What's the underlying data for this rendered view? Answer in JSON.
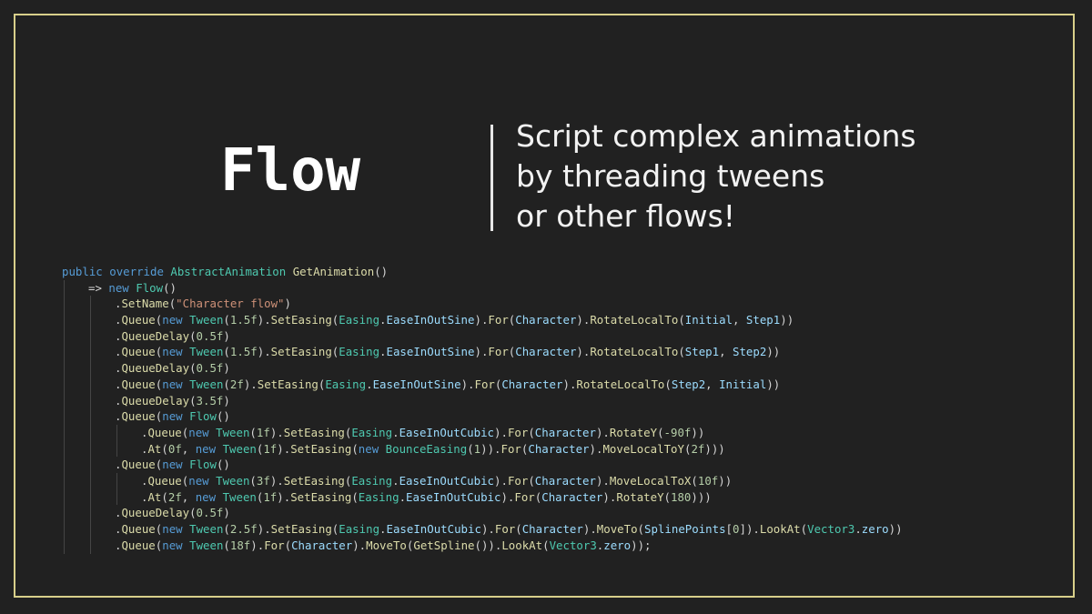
{
  "title": "Flow",
  "tagline": {
    "line1": "Script complex animations",
    "line2": "by threading tweens",
    "line3": "or other flows!"
  },
  "code_lines": [
    {
      "indent": 0,
      "tokens": [
        [
          "kw",
          "public"
        ],
        [
          "pl",
          " "
        ],
        [
          "kw",
          "override"
        ],
        [
          "pl",
          " "
        ],
        [
          "ty",
          "AbstractAnimation"
        ],
        [
          "pl",
          " "
        ],
        [
          "fn",
          "GetAnimation"
        ],
        [
          "pl",
          "()"
        ]
      ]
    },
    {
      "indent": 1,
      "tokens": [
        [
          "pl",
          "=> "
        ],
        [
          "kw",
          "new"
        ],
        [
          "pl",
          " "
        ],
        [
          "ty",
          "Flow"
        ],
        [
          "pl",
          "()"
        ]
      ]
    },
    {
      "indent": 2,
      "tokens": [
        [
          "pl",
          "."
        ],
        [
          "fn",
          "SetName"
        ],
        [
          "pl",
          "("
        ],
        [
          "st",
          "\"Character flow\""
        ],
        [
          "pl",
          ")"
        ]
      ]
    },
    {
      "indent": 2,
      "tokens": [
        [
          "pl",
          "."
        ],
        [
          "fn",
          "Queue"
        ],
        [
          "pl",
          "("
        ],
        [
          "kw",
          "new"
        ],
        [
          "pl",
          " "
        ],
        [
          "ty",
          "Tween"
        ],
        [
          "pl",
          "("
        ],
        [
          "nm",
          "1.5f"
        ],
        [
          "pl",
          ")."
        ],
        [
          "fn",
          "SetEasing"
        ],
        [
          "pl",
          "("
        ],
        [
          "ty",
          "Easing"
        ],
        [
          "pl",
          "."
        ],
        [
          "id",
          "EaseInOutSine"
        ],
        [
          "pl",
          ")."
        ],
        [
          "fn",
          "For"
        ],
        [
          "pl",
          "("
        ],
        [
          "id",
          "Character"
        ],
        [
          "pl",
          ")."
        ],
        [
          "fn",
          "RotateLocalTo"
        ],
        [
          "pl",
          "("
        ],
        [
          "id",
          "Initial"
        ],
        [
          "pl",
          ", "
        ],
        [
          "id",
          "Step1"
        ],
        [
          "pl",
          "))"
        ]
      ]
    },
    {
      "indent": 2,
      "tokens": [
        [
          "pl",
          "."
        ],
        [
          "fn",
          "QueueDelay"
        ],
        [
          "pl",
          "("
        ],
        [
          "nm",
          "0.5f"
        ],
        [
          "pl",
          ")"
        ]
      ]
    },
    {
      "indent": 2,
      "tokens": [
        [
          "pl",
          "."
        ],
        [
          "fn",
          "Queue"
        ],
        [
          "pl",
          "("
        ],
        [
          "kw",
          "new"
        ],
        [
          "pl",
          " "
        ],
        [
          "ty",
          "Tween"
        ],
        [
          "pl",
          "("
        ],
        [
          "nm",
          "1.5f"
        ],
        [
          "pl",
          ")."
        ],
        [
          "fn",
          "SetEasing"
        ],
        [
          "pl",
          "("
        ],
        [
          "ty",
          "Easing"
        ],
        [
          "pl",
          "."
        ],
        [
          "id",
          "EaseInOutSine"
        ],
        [
          "pl",
          ")."
        ],
        [
          "fn",
          "For"
        ],
        [
          "pl",
          "("
        ],
        [
          "id",
          "Character"
        ],
        [
          "pl",
          ")."
        ],
        [
          "fn",
          "RotateLocalTo"
        ],
        [
          "pl",
          "("
        ],
        [
          "id",
          "Step1"
        ],
        [
          "pl",
          ", "
        ],
        [
          "id",
          "Step2"
        ],
        [
          "pl",
          "))"
        ]
      ]
    },
    {
      "indent": 2,
      "tokens": [
        [
          "pl",
          "."
        ],
        [
          "fn",
          "QueueDelay"
        ],
        [
          "pl",
          "("
        ],
        [
          "nm",
          "0.5f"
        ],
        [
          "pl",
          ")"
        ]
      ]
    },
    {
      "indent": 2,
      "tokens": [
        [
          "pl",
          "."
        ],
        [
          "fn",
          "Queue"
        ],
        [
          "pl",
          "("
        ],
        [
          "kw",
          "new"
        ],
        [
          "pl",
          " "
        ],
        [
          "ty",
          "Tween"
        ],
        [
          "pl",
          "("
        ],
        [
          "nm",
          "2f"
        ],
        [
          "pl",
          ")."
        ],
        [
          "fn",
          "SetEasing"
        ],
        [
          "pl",
          "("
        ],
        [
          "ty",
          "Easing"
        ],
        [
          "pl",
          "."
        ],
        [
          "id",
          "EaseInOutSine"
        ],
        [
          "pl",
          ")."
        ],
        [
          "fn",
          "For"
        ],
        [
          "pl",
          "("
        ],
        [
          "id",
          "Character"
        ],
        [
          "pl",
          ")."
        ],
        [
          "fn",
          "RotateLocalTo"
        ],
        [
          "pl",
          "("
        ],
        [
          "id",
          "Step2"
        ],
        [
          "pl",
          ", "
        ],
        [
          "id",
          "Initial"
        ],
        [
          "pl",
          "))"
        ]
      ]
    },
    {
      "indent": 2,
      "tokens": [
        [
          "pl",
          "."
        ],
        [
          "fn",
          "QueueDelay"
        ],
        [
          "pl",
          "("
        ],
        [
          "nm",
          "3.5f"
        ],
        [
          "pl",
          ")"
        ]
      ]
    },
    {
      "indent": 2,
      "tokens": [
        [
          "pl",
          "."
        ],
        [
          "fn",
          "Queue"
        ],
        [
          "pl",
          "("
        ],
        [
          "kw",
          "new"
        ],
        [
          "pl",
          " "
        ],
        [
          "ty",
          "Flow"
        ],
        [
          "pl",
          "()"
        ]
      ]
    },
    {
      "indent": 3,
      "tokens": [
        [
          "pl",
          "."
        ],
        [
          "fn",
          "Queue"
        ],
        [
          "pl",
          "("
        ],
        [
          "kw",
          "new"
        ],
        [
          "pl",
          " "
        ],
        [
          "ty",
          "Tween"
        ],
        [
          "pl",
          "("
        ],
        [
          "nm",
          "1f"
        ],
        [
          "pl",
          ")."
        ],
        [
          "fn",
          "SetEasing"
        ],
        [
          "pl",
          "("
        ],
        [
          "ty",
          "Easing"
        ],
        [
          "pl",
          "."
        ],
        [
          "id",
          "EaseInOutCubic"
        ],
        [
          "pl",
          ")."
        ],
        [
          "fn",
          "For"
        ],
        [
          "pl",
          "("
        ],
        [
          "id",
          "Character"
        ],
        [
          "pl",
          ")."
        ],
        [
          "fn",
          "RotateY"
        ],
        [
          "pl",
          "("
        ],
        [
          "nm",
          "-90f"
        ],
        [
          "pl",
          "))"
        ]
      ]
    },
    {
      "indent": 3,
      "tokens": [
        [
          "pl",
          "."
        ],
        [
          "fn",
          "At"
        ],
        [
          "pl",
          "("
        ],
        [
          "nm",
          "0f"
        ],
        [
          "pl",
          ", "
        ],
        [
          "kw",
          "new"
        ],
        [
          "pl",
          " "
        ],
        [
          "ty",
          "Tween"
        ],
        [
          "pl",
          "("
        ],
        [
          "nm",
          "1f"
        ],
        [
          "pl",
          ")."
        ],
        [
          "fn",
          "SetEasing"
        ],
        [
          "pl",
          "("
        ],
        [
          "kw",
          "new"
        ],
        [
          "pl",
          " "
        ],
        [
          "ty",
          "BounceEasing"
        ],
        [
          "pl",
          "("
        ],
        [
          "nm",
          "1"
        ],
        [
          "pl",
          "))."
        ],
        [
          "fn",
          "For"
        ],
        [
          "pl",
          "("
        ],
        [
          "id",
          "Character"
        ],
        [
          "pl",
          ")."
        ],
        [
          "fn",
          "MoveLocalToY"
        ],
        [
          "pl",
          "("
        ],
        [
          "nm",
          "2f"
        ],
        [
          "pl",
          ")))"
        ]
      ]
    },
    {
      "indent": 2,
      "tokens": [
        [
          "pl",
          "."
        ],
        [
          "fn",
          "Queue"
        ],
        [
          "pl",
          "("
        ],
        [
          "kw",
          "new"
        ],
        [
          "pl",
          " "
        ],
        [
          "ty",
          "Flow"
        ],
        [
          "pl",
          "()"
        ]
      ]
    },
    {
      "indent": 3,
      "tokens": [
        [
          "pl",
          "."
        ],
        [
          "fn",
          "Queue"
        ],
        [
          "pl",
          "("
        ],
        [
          "kw",
          "new"
        ],
        [
          "pl",
          " "
        ],
        [
          "ty",
          "Tween"
        ],
        [
          "pl",
          "("
        ],
        [
          "nm",
          "3f"
        ],
        [
          "pl",
          ")."
        ],
        [
          "fn",
          "SetEasing"
        ],
        [
          "pl",
          "("
        ],
        [
          "ty",
          "Easing"
        ],
        [
          "pl",
          "."
        ],
        [
          "id",
          "EaseInOutCubic"
        ],
        [
          "pl",
          ")."
        ],
        [
          "fn",
          "For"
        ],
        [
          "pl",
          "("
        ],
        [
          "id",
          "Character"
        ],
        [
          "pl",
          ")."
        ],
        [
          "fn",
          "MoveLocalToX"
        ],
        [
          "pl",
          "("
        ],
        [
          "nm",
          "10f"
        ],
        [
          "pl",
          "))"
        ]
      ]
    },
    {
      "indent": 3,
      "tokens": [
        [
          "pl",
          "."
        ],
        [
          "fn",
          "At"
        ],
        [
          "pl",
          "("
        ],
        [
          "nm",
          "2f"
        ],
        [
          "pl",
          ", "
        ],
        [
          "kw",
          "new"
        ],
        [
          "pl",
          " "
        ],
        [
          "ty",
          "Tween"
        ],
        [
          "pl",
          "("
        ],
        [
          "nm",
          "1f"
        ],
        [
          "pl",
          ")."
        ],
        [
          "fn",
          "SetEasing"
        ],
        [
          "pl",
          "("
        ],
        [
          "ty",
          "Easing"
        ],
        [
          "pl",
          "."
        ],
        [
          "id",
          "EaseInOutCubic"
        ],
        [
          "pl",
          ")."
        ],
        [
          "fn",
          "For"
        ],
        [
          "pl",
          "("
        ],
        [
          "id",
          "Character"
        ],
        [
          "pl",
          ")."
        ],
        [
          "fn",
          "RotateY"
        ],
        [
          "pl",
          "("
        ],
        [
          "nm",
          "180"
        ],
        [
          "pl",
          ")))"
        ]
      ]
    },
    {
      "indent": 2,
      "tokens": [
        [
          "pl",
          "."
        ],
        [
          "fn",
          "QueueDelay"
        ],
        [
          "pl",
          "("
        ],
        [
          "nm",
          "0.5f"
        ],
        [
          "pl",
          ")"
        ]
      ]
    },
    {
      "indent": 2,
      "tokens": [
        [
          "pl",
          "."
        ],
        [
          "fn",
          "Queue"
        ],
        [
          "pl",
          "("
        ],
        [
          "kw",
          "new"
        ],
        [
          "pl",
          " "
        ],
        [
          "ty",
          "Tween"
        ],
        [
          "pl",
          "("
        ],
        [
          "nm",
          "2.5f"
        ],
        [
          "pl",
          ")."
        ],
        [
          "fn",
          "SetEasing"
        ],
        [
          "pl",
          "("
        ],
        [
          "ty",
          "Easing"
        ],
        [
          "pl",
          "."
        ],
        [
          "id",
          "EaseInOutCubic"
        ],
        [
          "pl",
          ")."
        ],
        [
          "fn",
          "For"
        ],
        [
          "pl",
          "("
        ],
        [
          "id",
          "Character"
        ],
        [
          "pl",
          ")."
        ],
        [
          "fn",
          "MoveTo"
        ],
        [
          "pl",
          "("
        ],
        [
          "id",
          "SplinePoints"
        ],
        [
          "pl",
          "["
        ],
        [
          "nm",
          "0"
        ],
        [
          "pl",
          "])."
        ],
        [
          "fn",
          "LookAt"
        ],
        [
          "pl",
          "("
        ],
        [
          "ty",
          "Vector3"
        ],
        [
          "pl",
          "."
        ],
        [
          "id",
          "zero"
        ],
        [
          "pl",
          "))"
        ]
      ]
    },
    {
      "indent": 2,
      "tokens": [
        [
          "pl",
          "."
        ],
        [
          "fn",
          "Queue"
        ],
        [
          "pl",
          "("
        ],
        [
          "kw",
          "new"
        ],
        [
          "pl",
          " "
        ],
        [
          "ty",
          "Tween"
        ],
        [
          "pl",
          "("
        ],
        [
          "nm",
          "18f"
        ],
        [
          "pl",
          ")."
        ],
        [
          "fn",
          "For"
        ],
        [
          "pl",
          "("
        ],
        [
          "id",
          "Character"
        ],
        [
          "pl",
          ")."
        ],
        [
          "fn",
          "MoveTo"
        ],
        [
          "pl",
          "("
        ],
        [
          "fn",
          "GetSpline"
        ],
        [
          "pl",
          "())."
        ],
        [
          "fn",
          "LookAt"
        ],
        [
          "pl",
          "("
        ],
        [
          "ty",
          "Vector3"
        ],
        [
          "pl",
          "."
        ],
        [
          "id",
          "zero"
        ],
        [
          "pl",
          "));"
        ]
      ]
    }
  ]
}
